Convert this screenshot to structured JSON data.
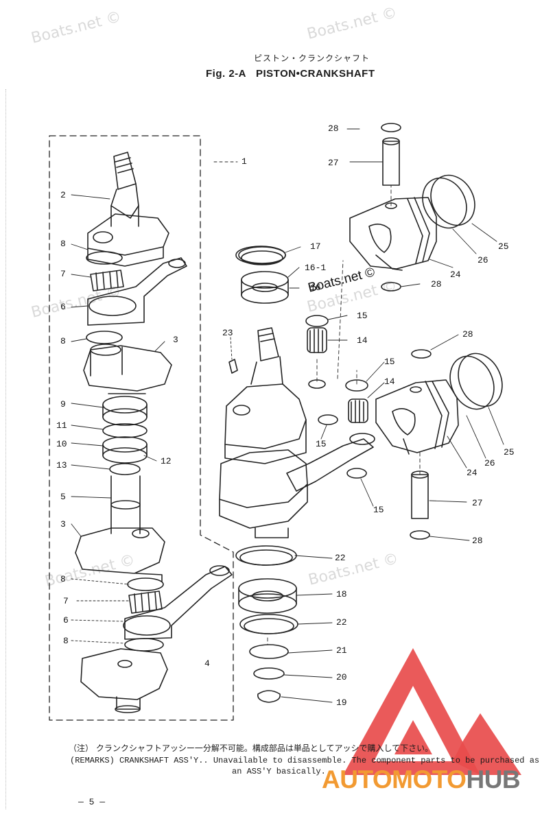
{
  "watermark": {
    "text": "Boats.net ©"
  },
  "header": {
    "title_jp": "ピストン・クランクシャフト",
    "fig_no": "Fig. 2-A",
    "fig_title": "PISTON•CRANKSHAFT"
  },
  "callouts": {
    "c1": "1",
    "c2": "2",
    "c3a": "3",
    "c3b": "3",
    "c4": "4",
    "c5": "5",
    "c6a": "6",
    "c6b": "6",
    "c7a": "7",
    "c7b": "7",
    "c8a": "8",
    "c8b": "8",
    "c8c": "8",
    "c8d": "8",
    "c9": "9",
    "c10": "10",
    "c11": "11",
    "c12": "12",
    "c13": "13",
    "c14a": "14",
    "c14b": "14",
    "c15a": "15",
    "c15b": "15",
    "c15c": "15",
    "c15d": "15",
    "c16": "16",
    "c16_1": "16-1",
    "c17": "17",
    "c18": "18",
    "c19": "19",
    "c20": "20",
    "c21": "21",
    "c22a": "22",
    "c22b": "22",
    "c23": "23",
    "c24a": "24",
    "c24b": "24",
    "c25a": "25",
    "c25b": "25",
    "c26a": "26",
    "c26b": "26",
    "c27a": "27",
    "c27b": "27",
    "c28a": "28",
    "c28b": "28",
    "c28c": "28",
    "c28d": "28"
  },
  "remarks": {
    "jp": "（注） クランクシャフトアッシー一分解不可能。構成部品は単品としてアッシで購入して下さい。",
    "en_line1": "(REMARKS)  CRANKSHAFT ASS'Y.. Unavailable to disassemble. The component parts to be purchased as",
    "en_line2": "an ASS'Y basically."
  },
  "page_number": "— 5 —",
  "logo": {
    "part1": "AUTOMOTO",
    "part2": "HUB",
    "color_orange": "#f29a32",
    "color_gray": "#777777",
    "color_red": "#e84c4c"
  }
}
